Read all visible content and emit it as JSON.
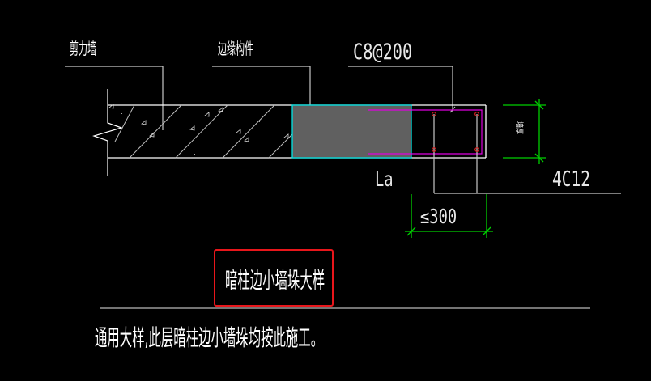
{
  "drawing": {
    "labels": {
      "shear_wall": "剪力墙",
      "edge_member": "边缘构件",
      "stirrup": "C8@200",
      "anchorage": "La",
      "main_bars": "4C12",
      "width_dim": "≤300",
      "wall_thickness": "墙厚"
    },
    "title": "暗柱边小墙垛大样",
    "note": "通用大样,此层暗柱边小墙垛均按此施工。",
    "colors": {
      "background": "#000000",
      "outline": "#ffffff",
      "leader": "#c0c0c0",
      "edge_member_fill": "#606060",
      "edge_member_border": "#00e5e5",
      "rebar": "#e000e0",
      "bar_dot": "#e02020",
      "dimension": "#00d000",
      "highlight_box": "#e8161b"
    }
  }
}
